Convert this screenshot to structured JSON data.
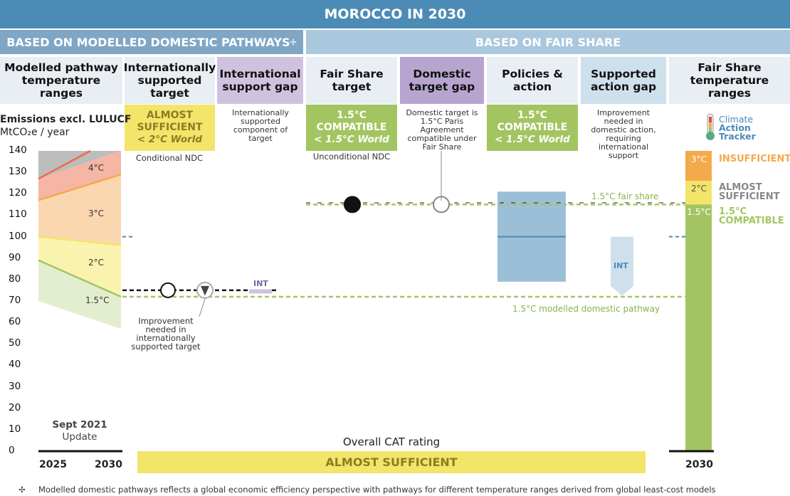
{
  "title": "MOROCCO IN 2030",
  "bands": {
    "left": "BASED ON MODELLED DOMESTIC PATHWAYS",
    "left_mark": "✢",
    "right": "BASED ON FAIR SHARE"
  },
  "columns": {
    "modelled_ranges": "Modelled pathway temperature ranges",
    "int_supported": "Internationally supported target",
    "int_gap": "International support gap",
    "fair_share": "Fair Share target",
    "domestic_gap": "Domestic target gap",
    "policies": "Policies & action",
    "supported_gap": "Supported action gap",
    "fair_ranges": "Fair Share temperature ranges"
  },
  "ratings": {
    "int_supported": {
      "label": "ALMOST SUFFICIENT",
      "sub": "< 2°C World",
      "color": "#f3e46a"
    },
    "fair_share": {
      "label": "1.5°C COMPATIBLE",
      "sub": "< 1.5°C World",
      "color": "#a3c561"
    },
    "policies": {
      "label": "1.5°C COMPATIBLE",
      "sub": "< 1.5°C World",
      "color": "#a3c561"
    }
  },
  "notes": {
    "int_gap": "Internationally supported component of target",
    "domestic_gap": "Domestic target is 1.5°C Paris Agreement compatible under Fair Share",
    "supported_gap": "Improvement needed in domestic action, requiring international support",
    "conditional": "Conditional NDC",
    "unconditional": "Unconditional NDC",
    "improvement": "Improvement needed in internationally supported target"
  },
  "axis": {
    "title": "Emissions excl. LULUCF",
    "unit": "MtCO₂e / year",
    "ticks": [
      "140",
      "130",
      "120",
      "110",
      "100",
      "90",
      "80",
      "70",
      "60",
      "50",
      "40",
      "30",
      "20",
      "10",
      "0"
    ]
  },
  "x_labels": {
    "start": "2025",
    "end": "2030",
    "right": "2030"
  },
  "update": {
    "line1": "Sept 2021",
    "line2": "Update"
  },
  "overall": {
    "label": "Overall CAT rating",
    "value": "ALMOST SUFFICIENT",
    "color": "#f3e46a"
  },
  "cat_logo": {
    "line1": "Climate",
    "line2": "Action",
    "line3": "Tracker"
  },
  "range_labels": {
    "t4": "4°C",
    "t3": "3°C",
    "t2": "2°C",
    "t15": "1.5°C"
  },
  "fair_scale": [
    {
      "tag": "3°C",
      "label": "INSUFFICIENT",
      "color": "#f4a94a"
    },
    {
      "tag": "2°C",
      "label": "ALMOST SUFFICIENT",
      "color": "#f3e46a"
    },
    {
      "tag": "1.5°C",
      "label": "1.5°C COMPATIBLE",
      "color": "#a3c561"
    }
  ],
  "line_labels": {
    "fair_share": "1.5°C fair share",
    "modelled": "1.5°C modelled domestic pathway",
    "int_tag": "INT",
    "int_tag2": "INT"
  },
  "footnote": {
    "mark": "✢",
    "text": "Modelled domestic pathways reflects a global economic efficiency perspective with pathways for different temperature ranges derived from global least-cost models"
  },
  "chart_data": {
    "type": "bar",
    "ylabel": "Emissions excl. LULUCF MtCO₂e / year",
    "ylim": [
      0,
      140
    ],
    "values": {
      "int_supported_target": 75,
      "int_gap_target": 75,
      "conditional_ndc_level": 75,
      "fair_share_target": 115,
      "policies_range": [
        79,
        121
      ],
      "policies_mid": 100,
      "current_reference": 100,
      "fair_share_15": 115,
      "modelled_15": 72,
      "fair_scale_3c_upper": 140,
      "fair_scale_2c_upper": 126,
      "fair_scale_15_upper": 115
    }
  }
}
